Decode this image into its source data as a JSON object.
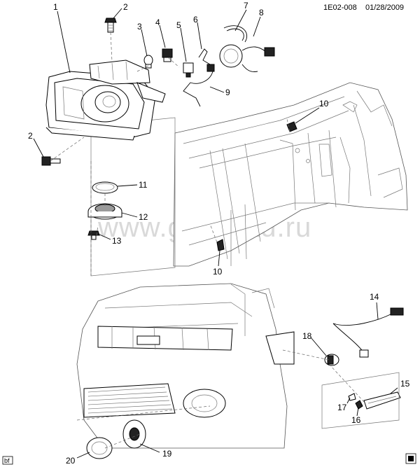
{
  "header": {
    "code": "1E02-008",
    "date": "01/28/2009"
  },
  "watermark": "www.gmsklad.ru",
  "corner_tag": "bf",
  "labels": {
    "p1": "1",
    "p2a": "2",
    "p2b": "2",
    "p3": "3",
    "p4": "4",
    "p5": "5",
    "p6": "6",
    "p7": "7",
    "p8": "8",
    "p9": "9",
    "p10a": "10",
    "p10b": "10",
    "p11": "11",
    "p12": "12",
    "p13": "13",
    "p14": "14",
    "p15": "15",
    "p16": "16",
    "p17": "17",
    "p18": "18",
    "p19": "19",
    "p20": "20"
  }
}
